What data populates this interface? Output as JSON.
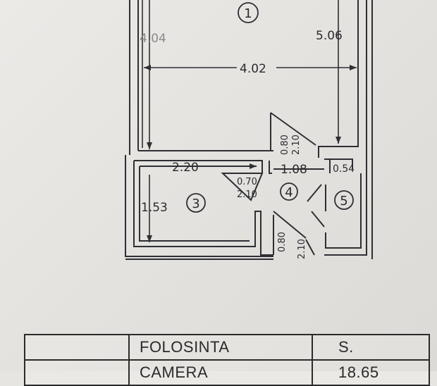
{
  "plan": {
    "rooms": {
      "r1": "1",
      "r3": "3",
      "r4": "4",
      "r5": "5"
    },
    "dimensions": {
      "room1_height_left": "4.04",
      "room1_height_right": "5.06",
      "room1_width": "4.02",
      "room3_width": "2.20",
      "room3_height": "1.53",
      "hall_width": "1.08",
      "room5_width": "0.54",
      "door_top_width": "0.80",
      "door_top_height": "2.10",
      "door_mid_width": "0.70",
      "door_mid_height": "2.10",
      "door_bottom_width": "0.80",
      "door_bottom_height": "2.10"
    }
  },
  "table": {
    "header": [
      "",
      "FOLOSINTA",
      "S."
    ],
    "row1": [
      "",
      "CAMERA",
      "18.65"
    ]
  }
}
